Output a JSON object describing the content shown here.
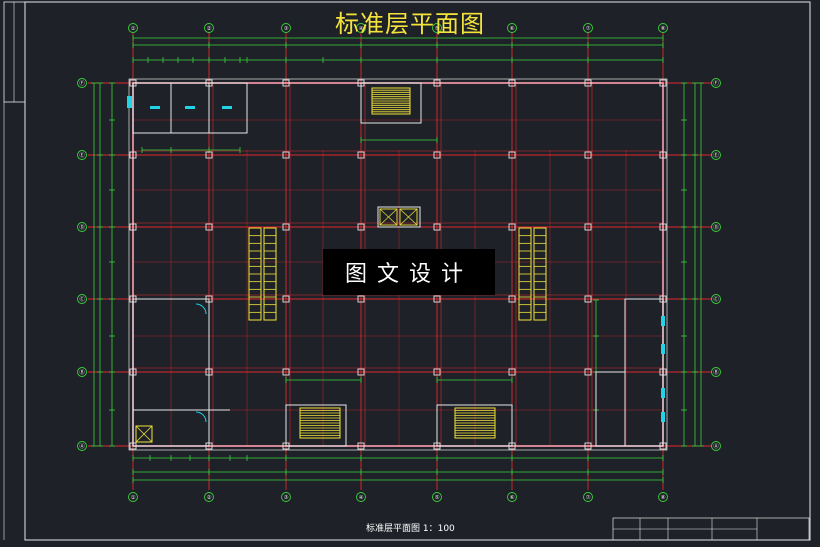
{
  "drawing": {
    "title": "标准层平面图",
    "subtitle": "标准层平面图   1：100",
    "watermark": "图文设计"
  },
  "axes": {
    "columns": [
      "①",
      "②",
      "③",
      "④",
      "⑤",
      "⑥",
      "⑦",
      "⑧"
    ],
    "rows": [
      "Ⓐ",
      "Ⓑ",
      "Ⓒ",
      "Ⓓ",
      "Ⓔ",
      "Ⓕ"
    ]
  },
  "colors": {
    "background": "#1e2228",
    "grid_red": "#e0262c",
    "wall_white": "#e6e6e6",
    "dimension_green": "#39d23a",
    "stair_yellow": "#f1e43a",
    "pink": "#ff9fb0",
    "cyan": "#21d3e5",
    "title_yellow": "#f4e33a"
  },
  "title_block": {
    "cells": [
      "",
      "",
      "",
      "",
      "",
      ""
    ]
  }
}
